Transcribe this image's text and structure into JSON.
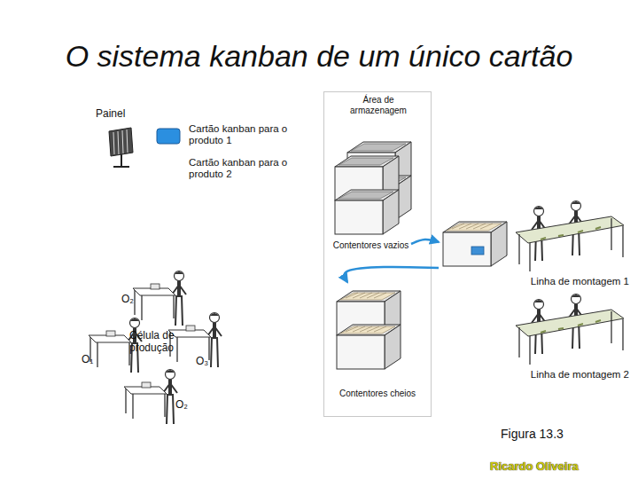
{
  "diagram": {
    "title": "O sistema kanban de um único cartão",
    "caption": "Figura 13.3",
    "nodes": [
      {
        "text": [
          "Área de armazenagem"
        ]
      },
      {
        "text": [
          "Contentores vazios"
        ],
        "in": 0
      },
      {
        "text": [
          "Contentores cheios"
        ],
        "in": 0
      },
      {
        "text": [
          "Linha de montagem 1"
        ]
      },
      {
        "text": [
          "Linha de montagem 2"
        ]
      }
    ],
    "edges": [
      {
        "from": 1,
        "to": 3,
        "arrow": "to"
      },
      {
        "from": 3,
        "to": 2,
        "arrow": "to"
      }
    ],
    "labels": [
      "Painel",
      "Cartão kanban para o produto 1",
      "Cartão kanban para o produto 2",
      "O₂",
      "Célula de produção",
      "O₁",
      "O₃",
      "O₂",
      "Ricardo Oliveira"
    ]
  }
}
